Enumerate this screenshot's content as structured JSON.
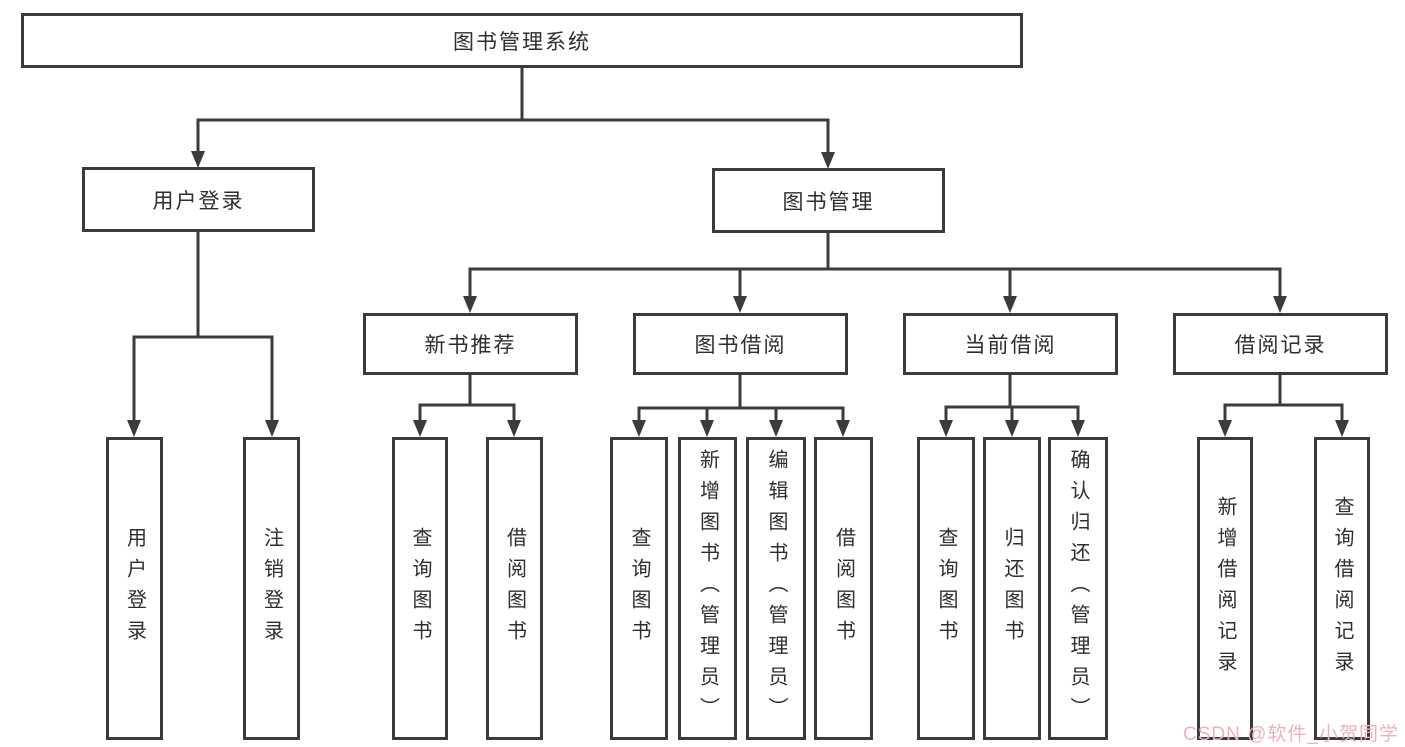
{
  "tree": {
    "root": {
      "label": "图书管理系统"
    },
    "user_branch": {
      "label": "用户登录",
      "children": [
        {
          "label": "用户登录"
        },
        {
          "label": "注销登录"
        }
      ]
    },
    "book_branch": {
      "label": "图书管理",
      "groups": [
        {
          "label": "新书推荐",
          "children": [
            {
              "label": "查询图书"
            },
            {
              "label": "借阅图书"
            }
          ]
        },
        {
          "label": "图书借阅",
          "children": [
            {
              "label": "查询图书"
            },
            {
              "label": "新增图书（管理员）"
            },
            {
              "label": "编辑图书（管理员）"
            },
            {
              "label": "借阅图书"
            }
          ]
        },
        {
          "label": "当前借阅",
          "children": [
            {
              "label": "查询图书"
            },
            {
              "label": "归还图书"
            },
            {
              "label": "确认归还（管理员）"
            }
          ]
        },
        {
          "label": "借阅记录",
          "children": [
            {
              "label": "新增借阅记录"
            },
            {
              "label": "查询借阅记录"
            }
          ]
        }
      ]
    }
  },
  "watermark": {
    "text": "CSDN @软件_小贺同学"
  },
  "colors": {
    "line": "#3b3b3b",
    "text": "#2e2e2e",
    "watermark": "#eab4ba",
    "background": "#ffffff"
  }
}
